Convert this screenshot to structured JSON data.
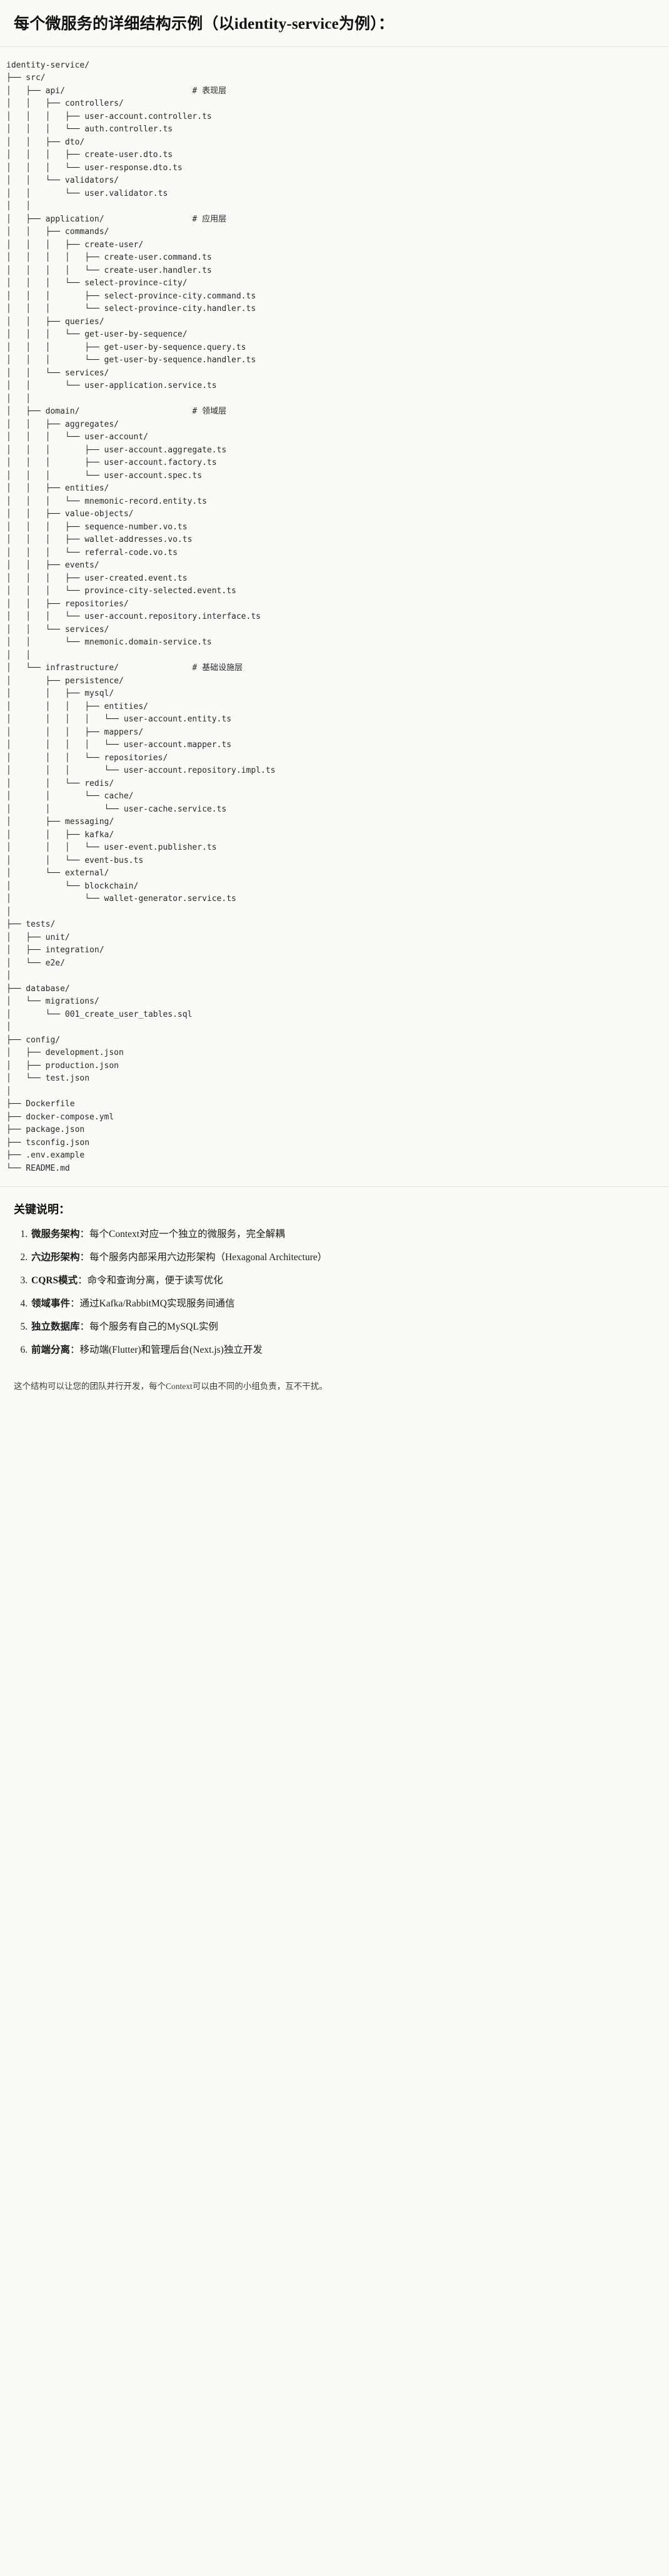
{
  "heading": {
    "title": "每个微服务的详细结构示例（以identity-service为例）："
  },
  "code_block": {
    "language": "text",
    "lines": [
      "identity-service/",
      "├── src/",
      "│   ├── api/                          # 表现层",
      "│   │   ├── controllers/",
      "│   │   │   ├── user-account.controller.ts",
      "│   │   │   └── auth.controller.ts",
      "│   │   ├── dto/",
      "│   │   │   ├── create-user.dto.ts",
      "│   │   │   └── user-response.dto.ts",
      "│   │   └── validators/",
      "│   │       └── user.validator.ts",
      "│   │",
      "│   ├── application/                  # 应用层",
      "│   │   ├── commands/",
      "│   │   │   ├── create-user/",
      "│   │   │   │   ├── create-user.command.ts",
      "│   │   │   │   └── create-user.handler.ts",
      "│   │   │   └── select-province-city/",
      "│   │   │       ├── select-province-city.command.ts",
      "│   │   │       └── select-province-city.handler.ts",
      "│   │   ├── queries/",
      "│   │   │   └── get-user-by-sequence/",
      "│   │   │       ├── get-user-by-sequence.query.ts",
      "│   │   │       └── get-user-by-sequence.handler.ts",
      "│   │   └── services/",
      "│   │       └── user-application.service.ts",
      "│   │",
      "│   ├── domain/                       # 领域层",
      "│   │   ├── aggregates/",
      "│   │   │   └── user-account/",
      "│   │   │       ├── user-account.aggregate.ts",
      "│   │   │       ├── user-account.factory.ts",
      "│   │   │       └── user-account.spec.ts",
      "│   │   ├── entities/",
      "│   │   │   └── mnemonic-record.entity.ts",
      "│   │   ├── value-objects/",
      "│   │   │   ├── sequence-number.vo.ts",
      "│   │   │   ├── wallet-addresses.vo.ts",
      "│   │   │   └── referral-code.vo.ts",
      "│   │   ├── events/",
      "│   │   │   ├── user-created.event.ts",
      "│   │   │   └── province-city-selected.event.ts",
      "│   │   ├── repositories/",
      "│   │   │   └── user-account.repository.interface.ts",
      "│   │   └── services/",
      "│   │       └── mnemonic.domain-service.ts",
      "│   │",
      "│   └── infrastructure/               # 基础设施层",
      "│       ├── persistence/",
      "│       │   ├── mysql/",
      "│       │   │   ├── entities/",
      "│       │   │   │   └── user-account.entity.ts",
      "│       │   │   ├── mappers/",
      "│       │   │   │   └── user-account.mapper.ts",
      "│       │   │   └── repositories/",
      "│       │   │       └── user-account.repository.impl.ts",
      "│       │   └── redis/",
      "│       │       └── cache/",
      "│       │           └── user-cache.service.ts",
      "│       ├── messaging/",
      "│       │   ├── kafka/",
      "│       │   │   └── user-event.publisher.ts",
      "│       │   └── event-bus.ts",
      "│       └── external/",
      "│           └── blockchain/",
      "│               └── wallet-generator.service.ts",
      "│",
      "├── tests/",
      "│   ├── unit/",
      "│   ├── integration/",
      "│   └── e2e/",
      "│",
      "├── database/",
      "│   └── migrations/",
      "│       └── 001_create_user_tables.sql",
      "│",
      "├── config/",
      "│   ├── development.json",
      "│   ├── production.json",
      "│   └── test.json",
      "│",
      "├── Dockerfile",
      "├── docker-compose.yml",
      "├── package.json",
      "├── tsconfig.json",
      "├── .env.example",
      "└── README.md"
    ]
  },
  "notes": {
    "title": "关键说明：",
    "items": [
      {
        "term": "微服务架构",
        "sep": "：",
        "desc": "每个Context对应一个独立的微服务，完全解耦"
      },
      {
        "term": "六边形架构",
        "sep": "：",
        "desc": "每个服务内部采用六边形架构（Hexagonal Architecture）"
      },
      {
        "term": "CQRS模式",
        "sep": "：",
        "desc": "命令和查询分离，便于读写优化"
      },
      {
        "term": "领域事件",
        "sep": "：",
        "desc": "通过Kafka/RabbitMQ实现服务间通信"
      },
      {
        "term": "独立数据库",
        "sep": "：",
        "desc": "每个服务有自己的MySQL实例"
      },
      {
        "term": "前端分离",
        "sep": "：",
        "desc": "移动端(Flutter)和管理后台(Next.js)独立开发"
      }
    ],
    "closing": "这个结构可以让您的团队并行开发，每个Context可以由不同的小组负责，互不干扰。"
  },
  "colors": {
    "page_background": "#fbfaf7",
    "code_text": "#24292e",
    "rule": "#e3e1dc",
    "heading": "#111111"
  }
}
